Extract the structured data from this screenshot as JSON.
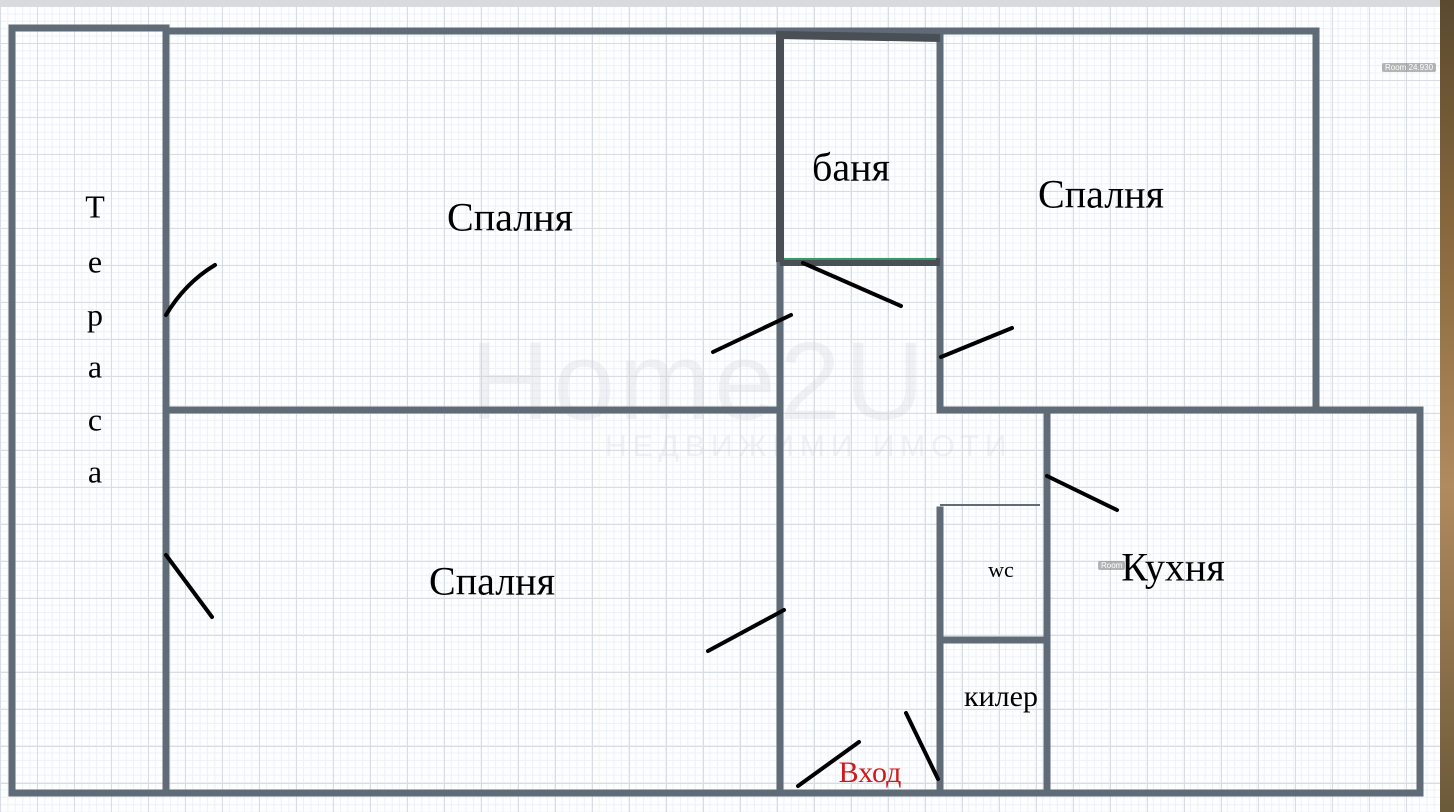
{
  "watermark": {
    "brand": "Home2U",
    "tagline": "НЕДВИЖИМИ ИМОТИ"
  },
  "rooms": {
    "terrace": [
      "Т",
      "е",
      "р",
      "а",
      "с",
      "а"
    ],
    "bedroom_top_left": "Спалня",
    "bathroom": "баня",
    "bedroom_top_right": "Спалня",
    "bedroom_bottom_left": "Спалня",
    "wc": "wc",
    "kitchen": "Кухня",
    "storage": "килер",
    "entrance": "Вход"
  },
  "tooltips": {
    "room_area": "Room 24.930",
    "room_partial": "Room"
  },
  "colors": {
    "wall": "#5f6b76",
    "door": "#000000",
    "entrance_text": "#d0191b",
    "bath_wall": "#4a4f55"
  }
}
